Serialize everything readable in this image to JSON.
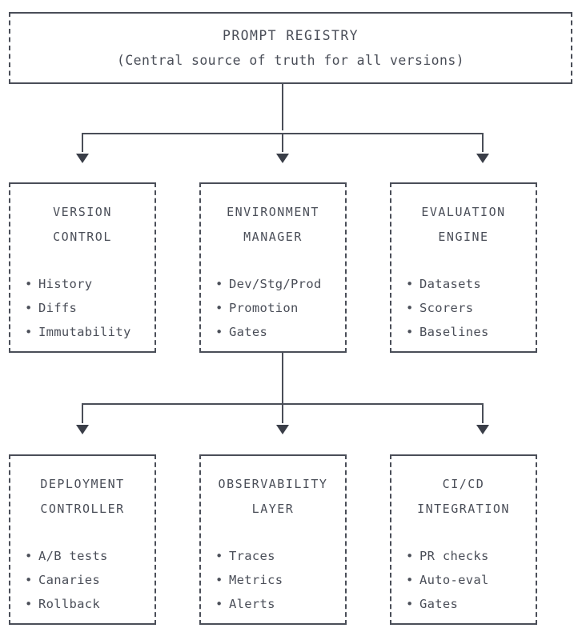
{
  "diagram": {
    "title": "PROMPT REGISTRY",
    "colors": {
      "ink": "#4a4e58",
      "background": "#ffffff",
      "arrow": "#3a3e48"
    },
    "root": {
      "title": "PROMPT REGISTRY",
      "subtitle": "(Central source of truth for all versions)"
    },
    "row1": [
      {
        "title_lines": [
          "VERSION",
          "CONTROL"
        ],
        "bullets": [
          "History",
          "Diffs",
          "Immutability"
        ]
      },
      {
        "title_lines": [
          "ENVIRONMENT",
          "MANAGER"
        ],
        "bullets": [
          "Dev/Stg/Prod",
          "Promotion",
          "Gates"
        ]
      },
      {
        "title_lines": [
          "EVALUATION",
          "ENGINE"
        ],
        "bullets": [
          "Datasets",
          "Scorers",
          "Baselines"
        ]
      }
    ],
    "row2": [
      {
        "title_lines": [
          "DEPLOYMENT",
          "CONTROLLER"
        ],
        "bullets": [
          "A/B tests",
          "Canaries",
          "Rollback"
        ]
      },
      {
        "title_lines": [
          "OBSERVABILITY",
          "LAYER"
        ],
        "bullets": [
          "Traces",
          "Metrics",
          "Alerts"
        ]
      },
      {
        "title_lines": [
          "CI/CD",
          "INTEGRATION"
        ],
        "bullets": [
          "PR checks",
          "Auto-eval",
          "Gates"
        ]
      }
    ]
  }
}
